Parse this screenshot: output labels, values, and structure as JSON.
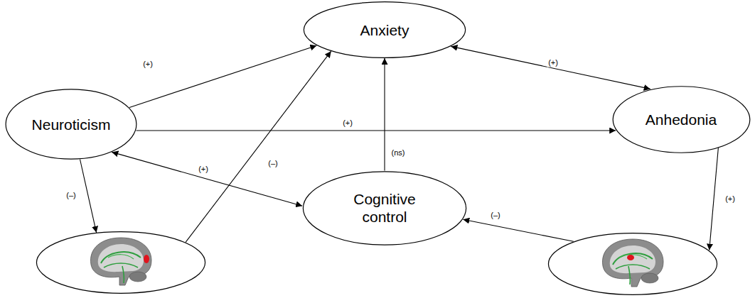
{
  "diagram": {
    "nodes": [
      {
        "text": [
          "Anxiety"
        ]
      },
      {
        "text": [
          "Neuroticism"
        ]
      },
      {
        "text": [
          "Anhedonia"
        ]
      },
      {
        "text": [
          "Cognitive control"
        ]
      },
      {
        "text": []
      },
      {
        "text": []
      }
    ],
    "edges": [
      {
        "from": 1,
        "to": 0,
        "label": "(+)",
        "arrow": "to"
      },
      {
        "from": 0,
        "to": 2,
        "label": "(+)",
        "arrow": "both"
      },
      {
        "from": 1,
        "to": 2,
        "label": "(+)",
        "arrow": "to"
      },
      {
        "from": 1,
        "to": 3,
        "label": "(+)",
        "arrow": "both"
      },
      {
        "from": 3,
        "to": 0,
        "label": "(ns)",
        "arrow": "to"
      },
      {
        "from": 1,
        "to": 4,
        "label": "(–)",
        "arrow": "to"
      },
      {
        "from": 4,
        "to": 0,
        "label": "(–)",
        "arrow": "to"
      },
      {
        "from": 2,
        "to": 5,
        "label": "(+)",
        "arrow": "to"
      },
      {
        "from": 5,
        "to": 3,
        "label": "(–)",
        "arrow": "to"
      }
    ]
  }
}
